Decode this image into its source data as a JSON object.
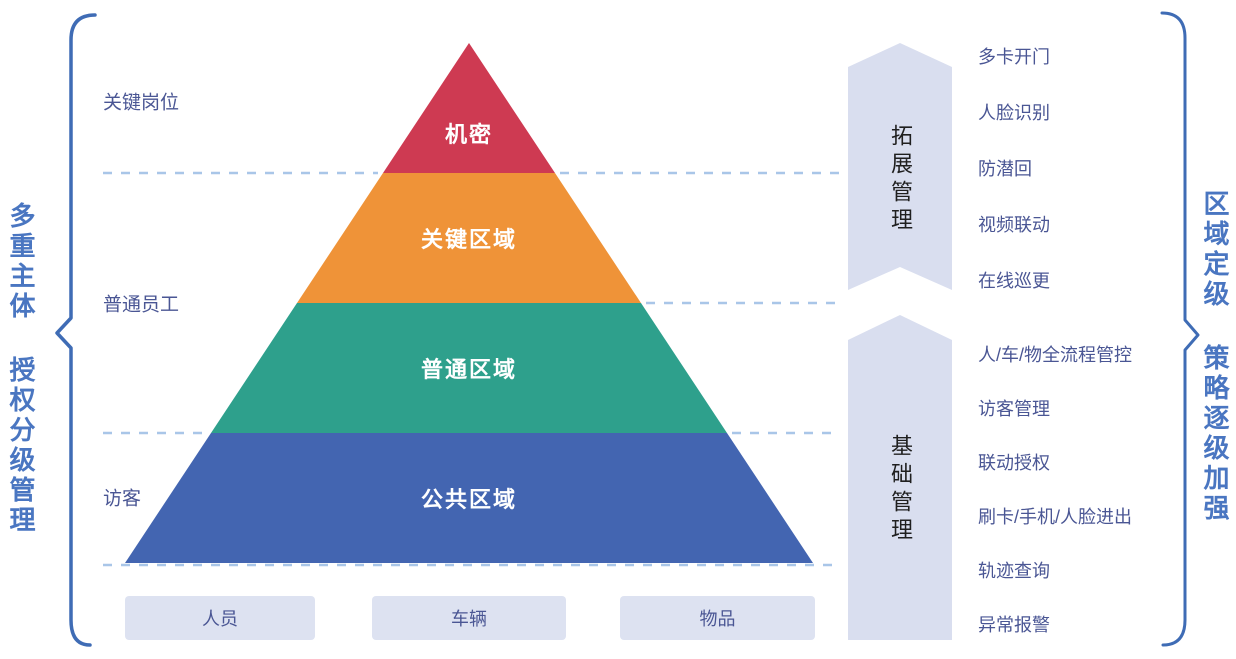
{
  "colors": {
    "level_confidential": "#ce3a52",
    "level_key": "#ef9338",
    "level_normal": "#2ea08c",
    "level_public": "#4365b1",
    "arrow_banner": "#d9deef",
    "entity_box_bg": "#dde2f1",
    "dashed_line": "#a9c6e8",
    "brace": "#3f6cb5",
    "brace_title_text": "#4a76c1",
    "label_text": "#4a5694",
    "arrow_title_text": "#1f1f1f",
    "pyramid_label_text": "#ffffff"
  },
  "left_brace_title": "多重主体 授权分级管理",
  "right_brace_title": "区域定级 策略逐级加强",
  "audience_labels": [
    {
      "label": "关键岗位"
    },
    {
      "label": "普通员工"
    },
    {
      "label": "访客"
    }
  ],
  "pyramid_levels": [
    {
      "label": "机密"
    },
    {
      "label": "关键区域"
    },
    {
      "label": "普通区域"
    },
    {
      "label": "公共区域"
    }
  ],
  "side_arrows": [
    {
      "title": "拓展管理"
    },
    {
      "title": "基础管理"
    }
  ],
  "feature_groups": {
    "extended": [
      "多卡开门",
      "人脸识别",
      "防潜回",
      "视频联动",
      "在线巡更"
    ],
    "basic": [
      "人/车/物全流程管控",
      "访客管理",
      "联动授权",
      "刷卡/手机/人脸进出",
      "轨迹查询",
      "异常报警"
    ]
  },
  "entity_boxes": [
    "人员",
    "车辆",
    "物品"
  ]
}
